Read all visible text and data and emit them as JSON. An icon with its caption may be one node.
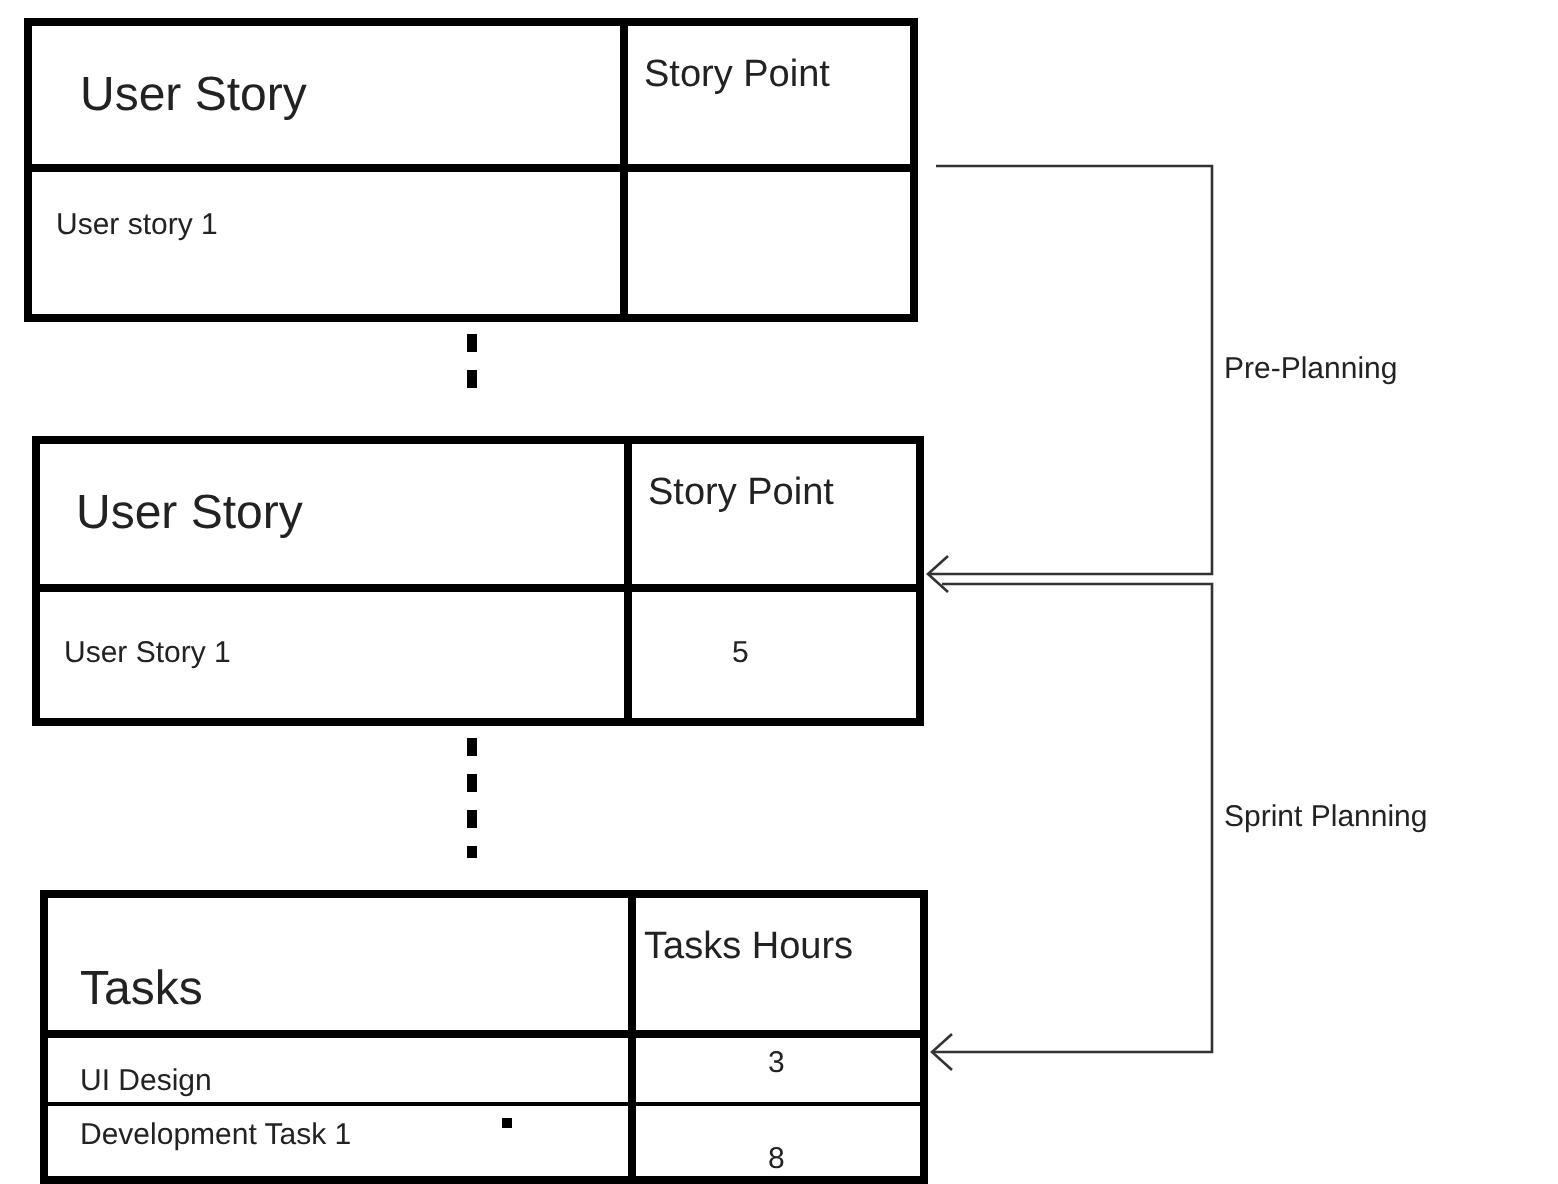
{
  "diagram": {
    "nodes": [
      {
        "text": [
          "User Story",
          "Story Point",
          "User story 1"
        ]
      },
      {
        "text": [
          "User Story",
          "Story Point",
          "User Story 1",
          "5"
        ]
      },
      {
        "text": [
          "Tasks",
          "Tasks Hours",
          "UI Design",
          "3",
          "Development Task 1",
          "8"
        ]
      }
    ],
    "edges": [
      {
        "from": 0,
        "to": 1,
        "arrow": "none",
        "style": "dashed"
      },
      {
        "from": 1,
        "to": 2,
        "arrow": "none",
        "style": "dashed"
      },
      {
        "from": 0,
        "to": 1,
        "arrow": "to",
        "label": "Pre-Planning"
      },
      {
        "from": 1,
        "to": 2,
        "arrow": "to",
        "label": "Sprint Planning"
      }
    ]
  }
}
